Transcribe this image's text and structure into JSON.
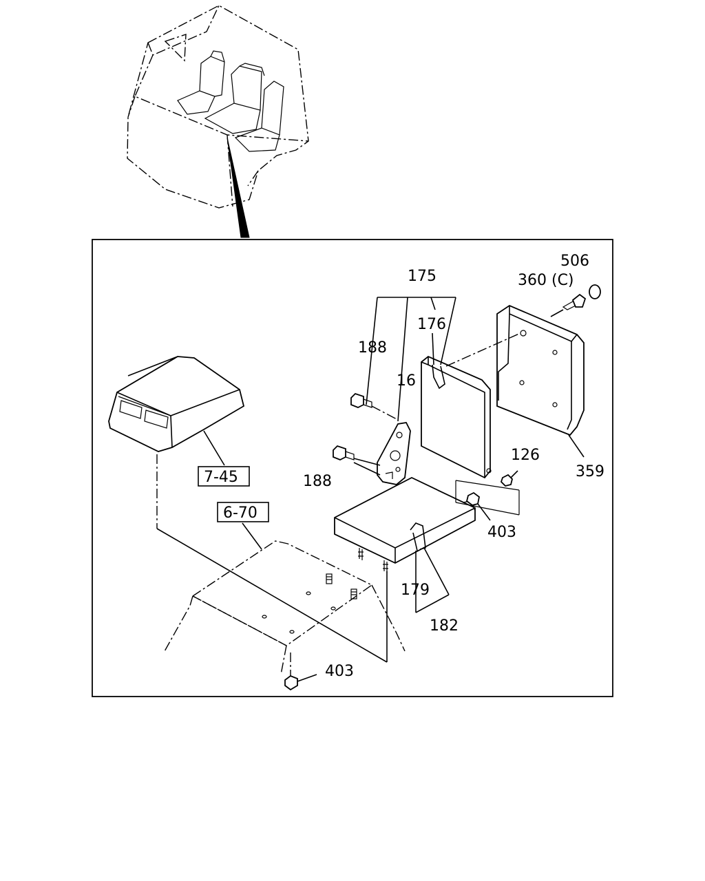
{
  "callouts": {
    "p175": "175",
    "p176": "176",
    "p188_top": "188",
    "p16": "16",
    "p188_bottom": "188",
    "p506": "506",
    "p360c": "360 (C)",
    "p359": "359",
    "p126": "126",
    "p403_right": "403",
    "p179": "179",
    "p182": "182",
    "p403_bottom": "403"
  },
  "references": {
    "ref_7_45": "7-45",
    "ref_6_70": "6-70"
  }
}
